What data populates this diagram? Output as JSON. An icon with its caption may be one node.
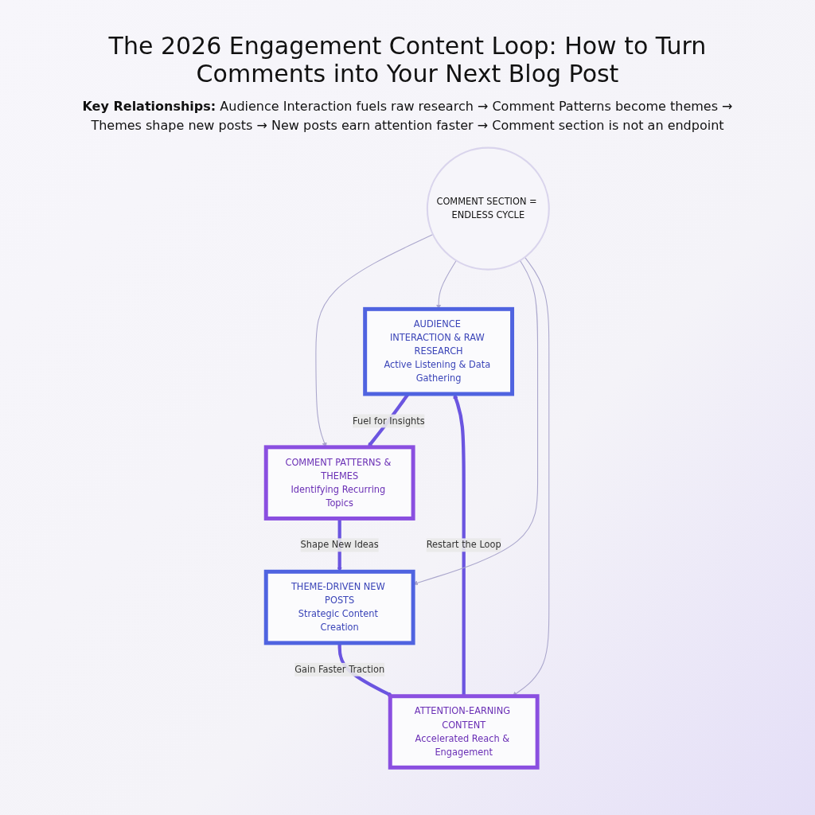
{
  "diagram": {
    "title": "The 2026 Engagement Content Loop: How to Turn Comments into Your Next Blog Post",
    "caption": "**Key Relationships:** Audience Interaction fuels raw research → Comment Patterns become themes → Themes shape new posts → New posts earn attention faster → Comment section is not an endpoint",
    "nodes": [
      {
        "text": [
          "AUDIENCE INTERACTION & RAW RESEARCH",
          "Active Listening & Data Gathering"
        ]
      },
      {
        "text": [
          "COMMENT PATTERNS & THEMES",
          "Identifying Recurring Topics"
        ]
      },
      {
        "text": [
          "THEME-DRIVEN NEW POSTS",
          "Strategic Content Creation"
        ]
      },
      {
        "text": [
          "ATTENTION-EARNING CONTENT",
          "Accelerated Reach & Engagement"
        ]
      },
      {
        "text": [
          "COMMENT SECTION = ENDLESS CYCLE"
        ]
      }
    ],
    "edges": [
      {
        "from": 0,
        "to": 1,
        "arrow": "to",
        "label": "Fuel for Insights",
        "style": "thick"
      },
      {
        "from": 1,
        "to": 2,
        "arrow": "to",
        "label": "Shape New Ideas",
        "style": "thick"
      },
      {
        "from": 2,
        "to": 3,
        "arrow": "to",
        "label": "Gain Faster Traction",
        "style": "thick"
      },
      {
        "from": 3,
        "to": 0,
        "arrow": "to",
        "label": "Restart the Loop",
        "style": "thick"
      },
      {
        "from": 4,
        "to": 1,
        "arrow": "to",
        "color": "#aaa6cc"
      },
      {
        "from": 4,
        "to": 0,
        "arrow": "to",
        "color": "#aaa6cc"
      },
      {
        "from": 4,
        "to": 2,
        "arrow": "to",
        "color": "#aaa6cc"
      },
      {
        "from": 4,
        "to": 3,
        "arrow": "to",
        "color": "#aaa6cc"
      }
    ]
  }
}
